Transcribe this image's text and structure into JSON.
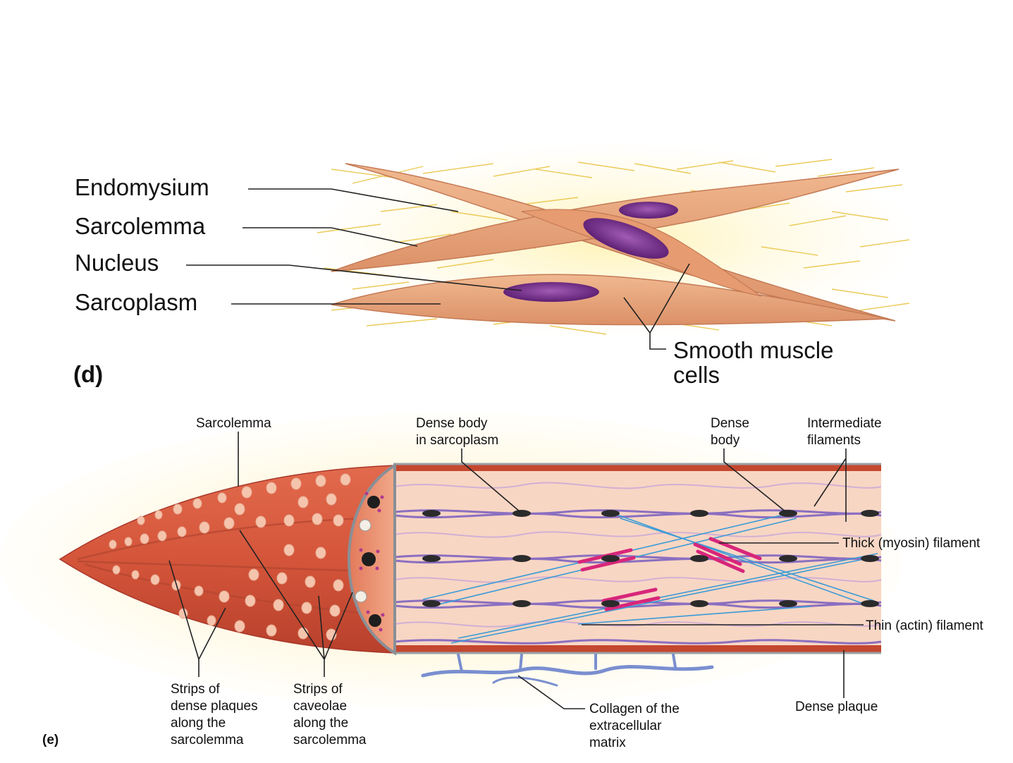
{
  "panel_d": {
    "panel_label": "(d)",
    "labels": {
      "endomysium": "Endomysium",
      "sarcolemma": "Sarcolemma",
      "nucleus": "Nucleus",
      "sarcoplasm": "Sarcoplasm",
      "smooth_muscle_cells_line1": "Smooth muscle",
      "smooth_muscle_cells_line2": "cells"
    }
  },
  "panel_e": {
    "panel_label": "(e)",
    "labels": {
      "sarcolemma": "Sarcolemma",
      "dense_body_sarcoplasm_line1": "Dense body",
      "dense_body_sarcoplasm_line2": "in sarcoplasm",
      "dense_body_line1": "Dense",
      "dense_body_line2": "body",
      "intermediate_filaments_line1": "Intermediate",
      "intermediate_filaments_line2": "filaments",
      "thick_filament": "Thick (myosin) filament",
      "thin_filament": "Thin (actin) filament",
      "dense_plaque": "Dense plaque",
      "collagen_line1": "Collagen of the",
      "collagen_line2": "extracellular",
      "collagen_line3": "matrix",
      "strips_dense_plaques_line1": "Strips of",
      "strips_dense_plaques_line2": "dense plaques",
      "strips_dense_plaques_line3": "along the",
      "strips_dense_plaques_line4": "sarcolemma",
      "strips_caveolae_line1": "Strips of",
      "strips_caveolae_line2": "caveolae",
      "strips_caveolae_line3": "along the",
      "strips_caveolae_line4": "sarcolemma"
    }
  },
  "colors": {
    "cell_fill": "#e9a57c",
    "nucleus": "#7b2f8f",
    "endomysium": "#f3d35a",
    "fiber_tip": "#d4553a",
    "sarcoplasm_bg": "#f8d6c4",
    "intermediate_filament": "#8b6fc0",
    "thick_filament": "#d8267a",
    "thin_filament": "#3a9bd6",
    "dense_body": "#2b2b2b"
  }
}
